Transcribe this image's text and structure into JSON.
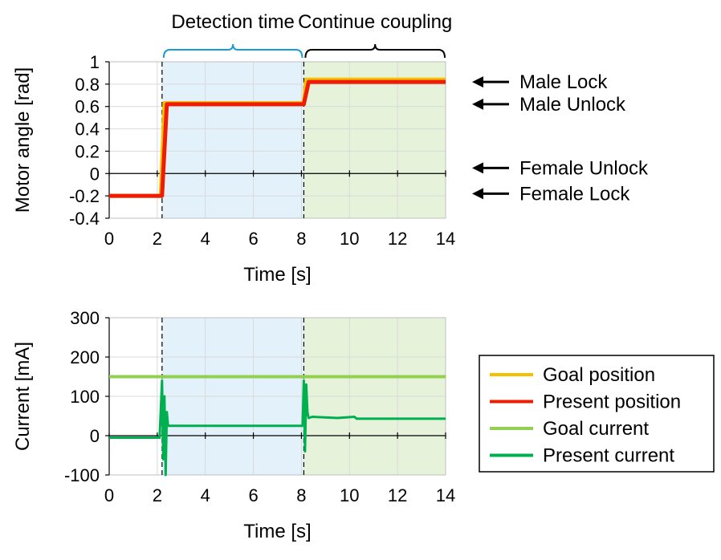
{
  "colors": {
    "goal_position": "#f5c000",
    "present_position": "#ee1c00",
    "goal_current": "#92d050",
    "present_current": "#00b050",
    "detection_shade": "#e3f1fb",
    "coupling_shade": "#e6f2da",
    "detection_brace": "#1a9bd7",
    "coupling_brace": "#000000"
  },
  "phases": {
    "detection_label": "Detection time",
    "coupling_label": "Continue coupling",
    "detection_range": [
      2.2,
      8.1
    ],
    "coupling_range": [
      8.1,
      14
    ]
  },
  "annotations": [
    {
      "label": "Male Lock",
      "value": 0.82
    },
    {
      "label": "Male Unlock",
      "value": 0.62
    },
    {
      "label": "Female Unlock",
      "value": 0.05
    },
    {
      "label": "Female Lock",
      "value": -0.18
    }
  ],
  "legend": [
    {
      "label": "Goal position",
      "color": "#f5c000"
    },
    {
      "label": "Present position",
      "color": "#ee1c00"
    },
    {
      "label": "Goal current",
      "color": "#92d050"
    },
    {
      "label": "Present current",
      "color": "#00b050"
    }
  ],
  "chart_data": [
    {
      "type": "line",
      "xlabel": "Time [s]",
      "ylabel": "Motor angle [rad]",
      "xlim": [
        0,
        14
      ],
      "ylim": [
        -0.4,
        1
      ],
      "xticks": [
        "0",
        "2",
        "4",
        "6",
        "8",
        "10",
        "12",
        "14"
      ],
      "yticks": [
        "-0.4",
        "-0.2",
        "0",
        "0.2",
        "0.4",
        "0.6",
        "0.8",
        "1"
      ],
      "grid": true,
      "series": [
        {
          "name": "Goal position",
          "x": [
            0,
            2.15,
            2.3,
            8.1,
            8.2,
            14
          ],
          "y": [
            -0.2,
            -0.2,
            0.63,
            0.63,
            0.84,
            0.84
          ]
        },
        {
          "name": "Present position",
          "x": [
            0,
            2.2,
            2.4,
            8.1,
            8.3,
            14
          ],
          "y": [
            -0.2,
            -0.2,
            0.62,
            0.62,
            0.82,
            0.82
          ]
        }
      ]
    },
    {
      "type": "line",
      "xlabel": "Time [s]",
      "ylabel": "Current [mA]",
      "xlim": [
        0,
        14
      ],
      "ylim": [
        -100,
        300
      ],
      "xticks": [
        "0",
        "2",
        "4",
        "6",
        "8",
        "10",
        "12",
        "14"
      ],
      "yticks": [
        "-100",
        "0",
        "100",
        "200",
        "300"
      ],
      "grid": true,
      "series": [
        {
          "name": "Goal current",
          "x": [
            0,
            14
          ],
          "y": [
            150,
            150
          ]
        },
        {
          "name": "Present current",
          "x": [
            0,
            2.1,
            2.2,
            2.25,
            2.3,
            2.35,
            2.4,
            2.45,
            2.5,
            8.05,
            8.1,
            8.15,
            8.2,
            8.25,
            8.3,
            8.45,
            9.5,
            10.2,
            10.3,
            14
          ],
          "y": [
            -5,
            -5,
            140,
            -60,
            100,
            -100,
            60,
            25,
            25,
            25,
            140,
            -40,
            130,
            60,
            45,
            48,
            45,
            48,
            43,
            43
          ]
        }
      ]
    }
  ]
}
